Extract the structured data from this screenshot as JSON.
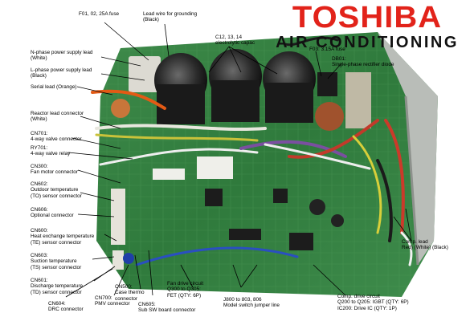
{
  "brand": {
    "main": "TOSHIBA",
    "sub": "AIR CONDITIONING"
  },
  "labels": {
    "fuse_f01": [
      "F01, 02, 25A fuse"
    ],
    "ground": [
      "Lead wire for grounding",
      "(Black)"
    ],
    "c12": [
      "C12, 13, 14",
      "electrolytic capac"
    ],
    "n_phase": [
      "N-phase power supply lead",
      "(White)"
    ],
    "l_phase": [
      "L-phase power supply lead",
      "(Black)"
    ],
    "serial": [
      "Serial lead (Orange)"
    ],
    "f03": [
      "F03: 3.15A fuse"
    ],
    "db01": [
      "DB01:",
      "Single-phase rectifier diode"
    ],
    "reactor": [
      "Reactor lead connector",
      "(White)"
    ],
    "cn701": [
      "CN701:",
      "4-way valve connector"
    ],
    "ry701": [
      "RY701:",
      "4-way valve relay"
    ],
    "cn300": [
      "CN300:",
      "Fan motor connector"
    ],
    "cn602": [
      "CN602:",
      "Outdoor temperature",
      "(TO) sensor connector"
    ],
    "cn606": [
      "CN606:",
      "Optional connector"
    ],
    "cn600": [
      "CN600:",
      "Heat exchange temperature",
      "(TE) sensor connector"
    ],
    "cn603": [
      "CN603:",
      "Suction temperature",
      "(TS) sensor connector"
    ],
    "cn601": [
      "CN601:",
      "Discharge temperature",
      "(TD) sensor connector"
    ],
    "cn604": [
      "CN604:",
      "DRC connector"
    ],
    "cn700": [
      "CN700:",
      "PMV connector"
    ],
    "cn500": [
      "CN500:",
      "Case thermo",
      "connector"
    ],
    "cn605": [
      "CN605:",
      "Sub SW board connector"
    ],
    "fan_drive": [
      "Fan drive circuit",
      "Q300 to Q305:",
      "FET (QTY: 6P)"
    ],
    "j800": [
      "J800 to 803, 806",
      "Model switch jumper line"
    ],
    "comp_lead": [
      "Comp. lead",
      "Red) (White) (Black)"
    ],
    "comp_drive": [
      "Comp. drive circuit",
      "Q200 to Q205: IGBT (QTY: 6P)",
      "IC200: Drive IC (QTY: 1P)"
    ]
  }
}
